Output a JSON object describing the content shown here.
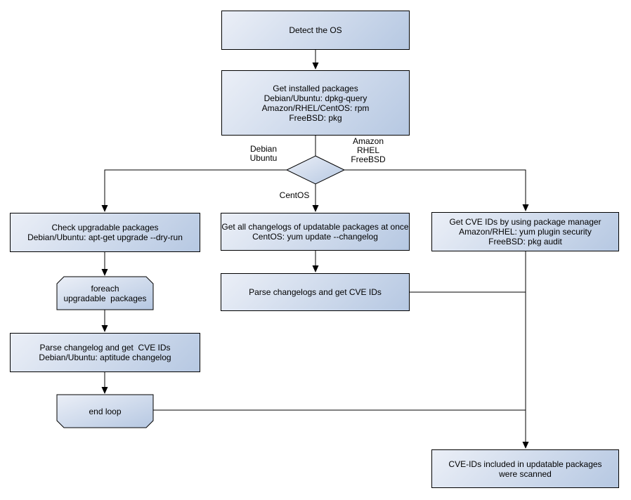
{
  "colors": {
    "background": "#ffffff",
    "node_fill_light": "#ebeff7",
    "node_fill_dark": "#b6c8e2",
    "node_border": "#000000",
    "connector": "#000000",
    "text": "#000000"
  },
  "nodes": {
    "detect_os": {
      "lines": [
        "Detect the OS"
      ]
    },
    "get_installed_packages": {
      "lines": [
        "Get installed packages",
        "Debian/Ubuntu: dpkg-query",
        "Amazon/RHEL/CentOS: rpm",
        "FreeBSD: pkg"
      ]
    },
    "check_upgradable": {
      "lines": [
        "Check upgradable packages",
        "Debian/Ubuntu: apt-get upgrade --dry-run"
      ]
    },
    "foreach_loop": {
      "lines": [
        "foreach",
        "upgradable  packages"
      ]
    },
    "parse_changelog_debian": {
      "lines": [
        "Parse changelog and get  CVE IDs",
        "Debian/Ubuntu: aptitude changelog"
      ]
    },
    "end_loop": {
      "lines": [
        "end loop"
      ]
    },
    "get_all_changelogs": {
      "lines": [
        "Get all changelogs of updatable packages at once",
        "CentOS: yum update --changelog"
      ]
    },
    "parse_changelogs": {
      "lines": [
        "Parse changelogs and get CVE IDs"
      ]
    },
    "get_cve_ids_pkg_manager": {
      "lines": [
        "Get CVE IDs by using package manager",
        "Amazon/RHEL: yum plugin security",
        "FreeBSD: pkg audit"
      ]
    },
    "scanned_result": {
      "lines": [
        "CVE-IDs included in updatable packages",
        "were scanned"
      ]
    }
  },
  "edge_labels": {
    "debian_ubuntu": [
      "Debian",
      "Ubuntu"
    ],
    "amazon_rhel_freebsd": [
      "Amazon",
      "RHEL",
      "FreeBSD"
    ],
    "centos": [
      "CentOS"
    ]
  }
}
